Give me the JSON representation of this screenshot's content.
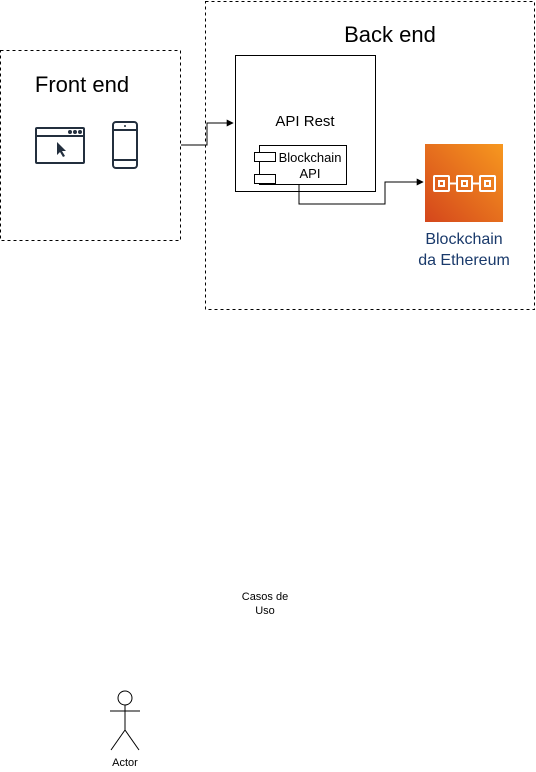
{
  "frontend": {
    "title": "Front end"
  },
  "backend": {
    "title": "Back end"
  },
  "api_rest": {
    "title": "API Rest"
  },
  "blockchain_api": {
    "line1": "Blockchain",
    "line2": "API"
  },
  "ethereum": {
    "line1": "Blockchain",
    "line2": "da Ethereum"
  },
  "use_cases": {
    "line1": "Casos de",
    "line2": "Uso"
  },
  "actor": {
    "label": "Actor"
  },
  "colors": {
    "aws_orange_top": "#f7981f",
    "aws_orange_bottom": "#e0541b",
    "icon_stroke": "#232f3e",
    "label_blue": "#1a3a6b"
  },
  "icons": [
    "browser-window-icon",
    "mobile-phone-icon",
    "blockchain-icon",
    "uml-component-icon",
    "stick-figure-icon"
  ]
}
